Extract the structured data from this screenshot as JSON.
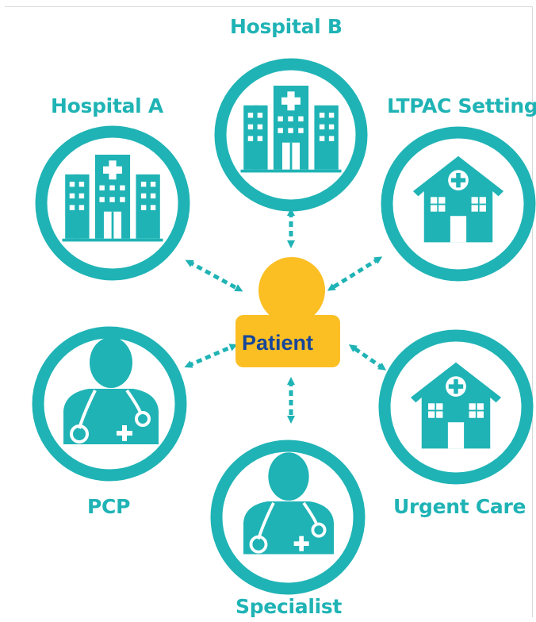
{
  "center": {
    "label": "Patient"
  },
  "nodes": [
    {
      "label": "Hospital B"
    },
    {
      "label": "Hospital A"
    },
    {
      "label": "LTPAC Setting"
    },
    {
      "label": "PCP"
    },
    {
      "label": "Urgent Care"
    },
    {
      "label": "Specialist"
    }
  ],
  "colors": {
    "teal": "#1fb3b5",
    "patient_yellow": "#fbbf24",
    "patient_text": "#16469b"
  }
}
